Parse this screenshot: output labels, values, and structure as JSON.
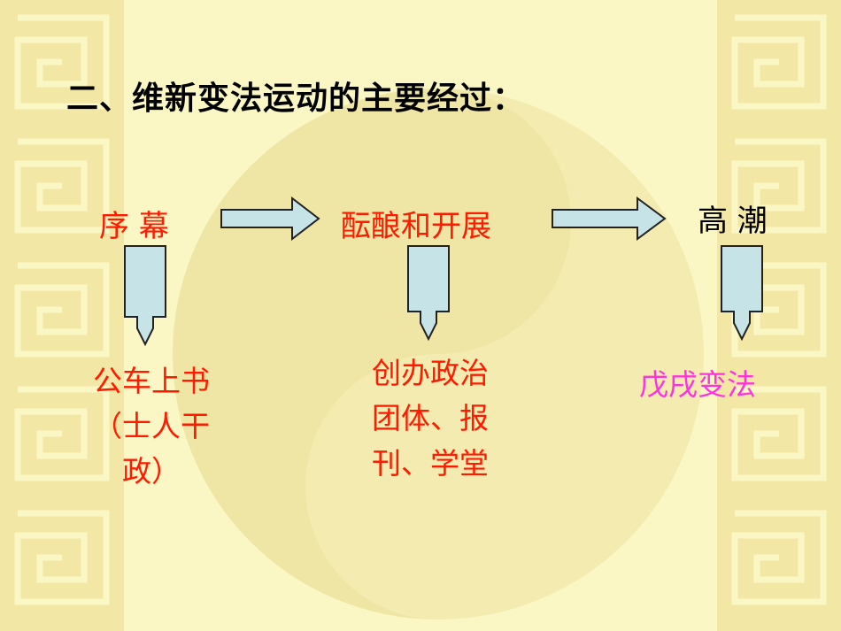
{
  "title": "二、维新变法运动的主要经过：",
  "stages": [
    {
      "label": "序   幕",
      "detail_lines": [
        "公车上书",
        "（士人干",
        "政）"
      ]
    },
    {
      "label": "酝酿和开展",
      "detail_lines": [
        "创办政治",
        "团体、报",
        "刊、学堂"
      ]
    },
    {
      "label": "高  潮",
      "detail_lines": [
        "戊戌变法"
      ]
    }
  ],
  "colors": {
    "background": "#fbf7c4",
    "border_pattern": "#f3e7a6",
    "red_text": "#ff1a00",
    "pink_text": "#ff33dd",
    "arrow_fill": "#c6e4e8"
  }
}
